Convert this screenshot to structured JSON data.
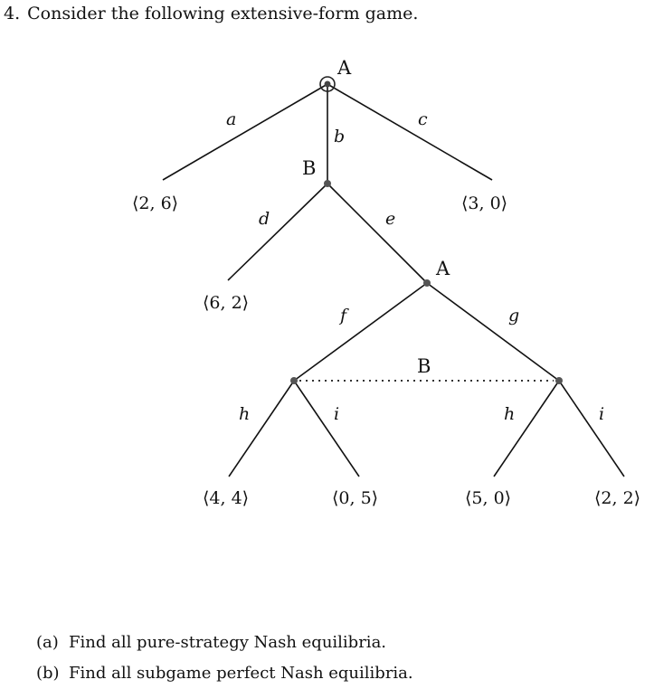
{
  "question": {
    "number": "4.",
    "text": "Consider the following extensive-form game."
  },
  "tree": {
    "players": {
      "root": "A",
      "node_b": "B",
      "node_a2": "A",
      "info_set": "B"
    },
    "actions": {
      "a": "a",
      "b": "b",
      "c": "c",
      "d": "d",
      "e": "e",
      "f": "f",
      "g": "g",
      "h_left": "h",
      "i_left": "i",
      "h_right": "h",
      "i_right": "i"
    },
    "payoffs": {
      "after_a": "⟨2, 6⟩",
      "after_c": "⟨3, 0⟩",
      "after_d": "⟨6, 2⟩",
      "after_fh": "⟨4, 4⟩",
      "after_fi": "⟨0, 5⟩",
      "after_gh": "⟨5, 0⟩",
      "after_gi": "⟨2, 2⟩"
    }
  },
  "parts": [
    {
      "tag": "(a)",
      "text": "Find all pure-strategy Nash equilibria."
    },
    {
      "tag": "(b)",
      "text": "Find all subgame perfect Nash equilibria."
    }
  ]
}
